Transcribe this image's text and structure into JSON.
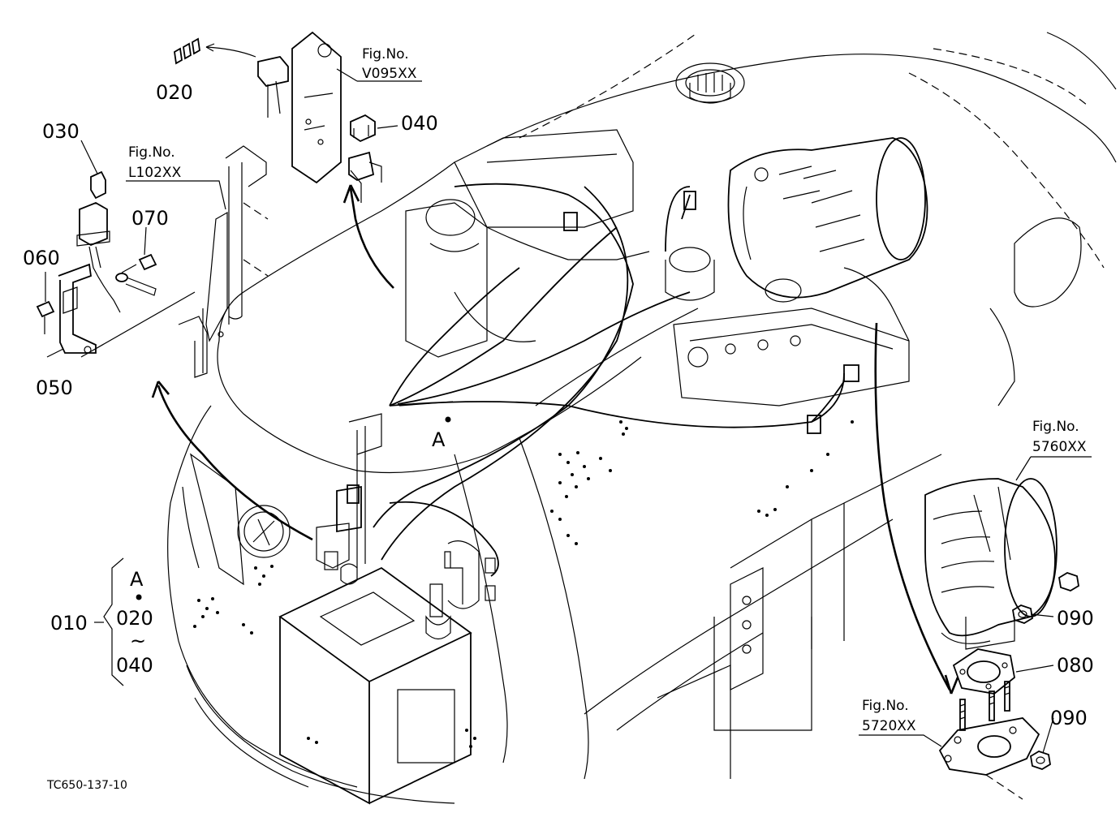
{
  "callouts": {
    "c010": "010",
    "c020": "020",
    "c030": "030",
    "c040": "040",
    "c050": "050",
    "c060": "060",
    "c070": "070",
    "c080": "080",
    "c090a": "090",
    "c090b": "090"
  },
  "fig_refs": {
    "v095": {
      "label": "Fig.No.",
      "number": "V095XX"
    },
    "l102": {
      "label": "Fig.No.",
      "number": "L102XX"
    },
    "f5760": {
      "label": "Fig.No.",
      "number": "5760XX"
    },
    "f5720": {
      "label": "Fig.No.",
      "number": "5720XX"
    }
  },
  "detail_marker": "A",
  "kit_group": {
    "ref": "A",
    "bullet": "•",
    "from": "020",
    "tilde": "~",
    "to": "040"
  },
  "drawing_code": "TC650-137-10"
}
